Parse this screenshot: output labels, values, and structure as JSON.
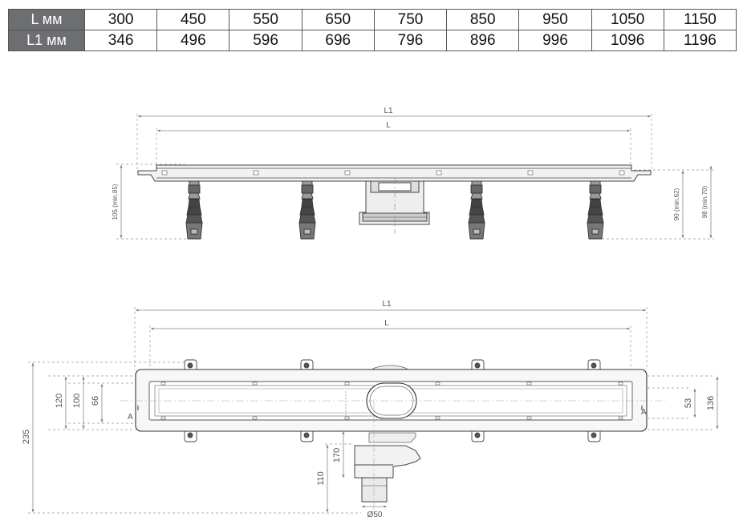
{
  "table": {
    "rows": [
      {
        "label": "L мм",
        "values": [
          "300",
          "450",
          "550",
          "650",
          "750",
          "850",
          "950",
          "1050",
          "1150"
        ]
      },
      {
        "label": "L1 мм",
        "values": [
          "346",
          "496",
          "596",
          "696",
          "796",
          "896",
          "996",
          "1096",
          "1196"
        ]
      }
    ]
  },
  "side_view": {
    "l1_label": "L1",
    "l_label": "L",
    "height_left": "105 (min.85)",
    "height_right_inner": "90 (min.62)",
    "height_right_outer": "98 (min.70)"
  },
  "top_view": {
    "l1_label": "L1",
    "l_label": "L",
    "d_120": "120",
    "d_100": "100",
    "d_66": "66",
    "d_235": "235",
    "d_53": "53",
    "d_136": "136",
    "d_170": "170",
    "d_110": "110",
    "d_diam": "Ø50",
    "section_left": "A",
    "section_right": "A"
  },
  "colors": {
    "header_bg": "#6d6e71",
    "line": "#444444",
    "dim_line": "#888888"
  }
}
